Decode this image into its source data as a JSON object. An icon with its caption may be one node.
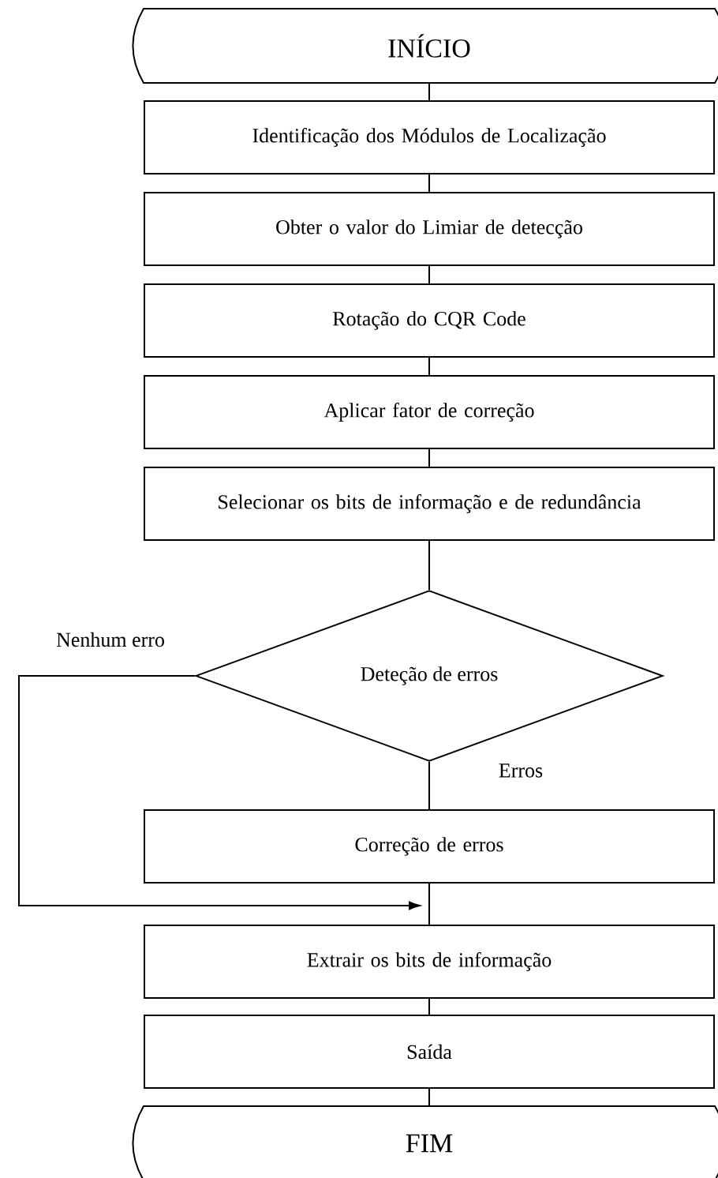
{
  "diagram": {
    "nodes": [
      {
        "text": [
          "INÍCIO"
        ]
      },
      {
        "text": [
          "Identificação dos Módulos de Localização"
        ]
      },
      {
        "text": [
          "Obter o valor do Limiar de detecção"
        ]
      },
      {
        "text": [
          "Rotação do CQR Code"
        ]
      },
      {
        "text": [
          "Aplicar fator de correção"
        ]
      },
      {
        "text": [
          "Selecionar os bits de informação e de redundância"
        ]
      },
      {
        "text": [
          "Deteção de erros"
        ]
      },
      {
        "text": [
          "Correção de erros"
        ]
      },
      {
        "text": [
          "Extrair os bits de informação"
        ]
      },
      {
        "text": [
          "Saída"
        ]
      },
      {
        "text": [
          "FIM"
        ]
      }
    ],
    "edges": [
      {
        "from": 0,
        "to": 1,
        "arrow": "none"
      },
      {
        "from": 1,
        "to": 2,
        "arrow": "none"
      },
      {
        "from": 2,
        "to": 3,
        "arrow": "none"
      },
      {
        "from": 3,
        "to": 4,
        "arrow": "none"
      },
      {
        "from": 4,
        "to": 5,
        "arrow": "none"
      },
      {
        "from": 5,
        "to": 6,
        "arrow": "none"
      },
      {
        "from": 6,
        "to": 7,
        "arrow": "none",
        "label": "Erros"
      },
      {
        "from": 7,
        "to": 8,
        "arrow": "none"
      },
      {
        "from": 6,
        "to": 8,
        "arrow": "to",
        "label": "Nenhum erro"
      },
      {
        "from": 8,
        "to": 9,
        "arrow": "none"
      },
      {
        "from": 9,
        "to": 10,
        "arrow": "none"
      }
    ]
  }
}
